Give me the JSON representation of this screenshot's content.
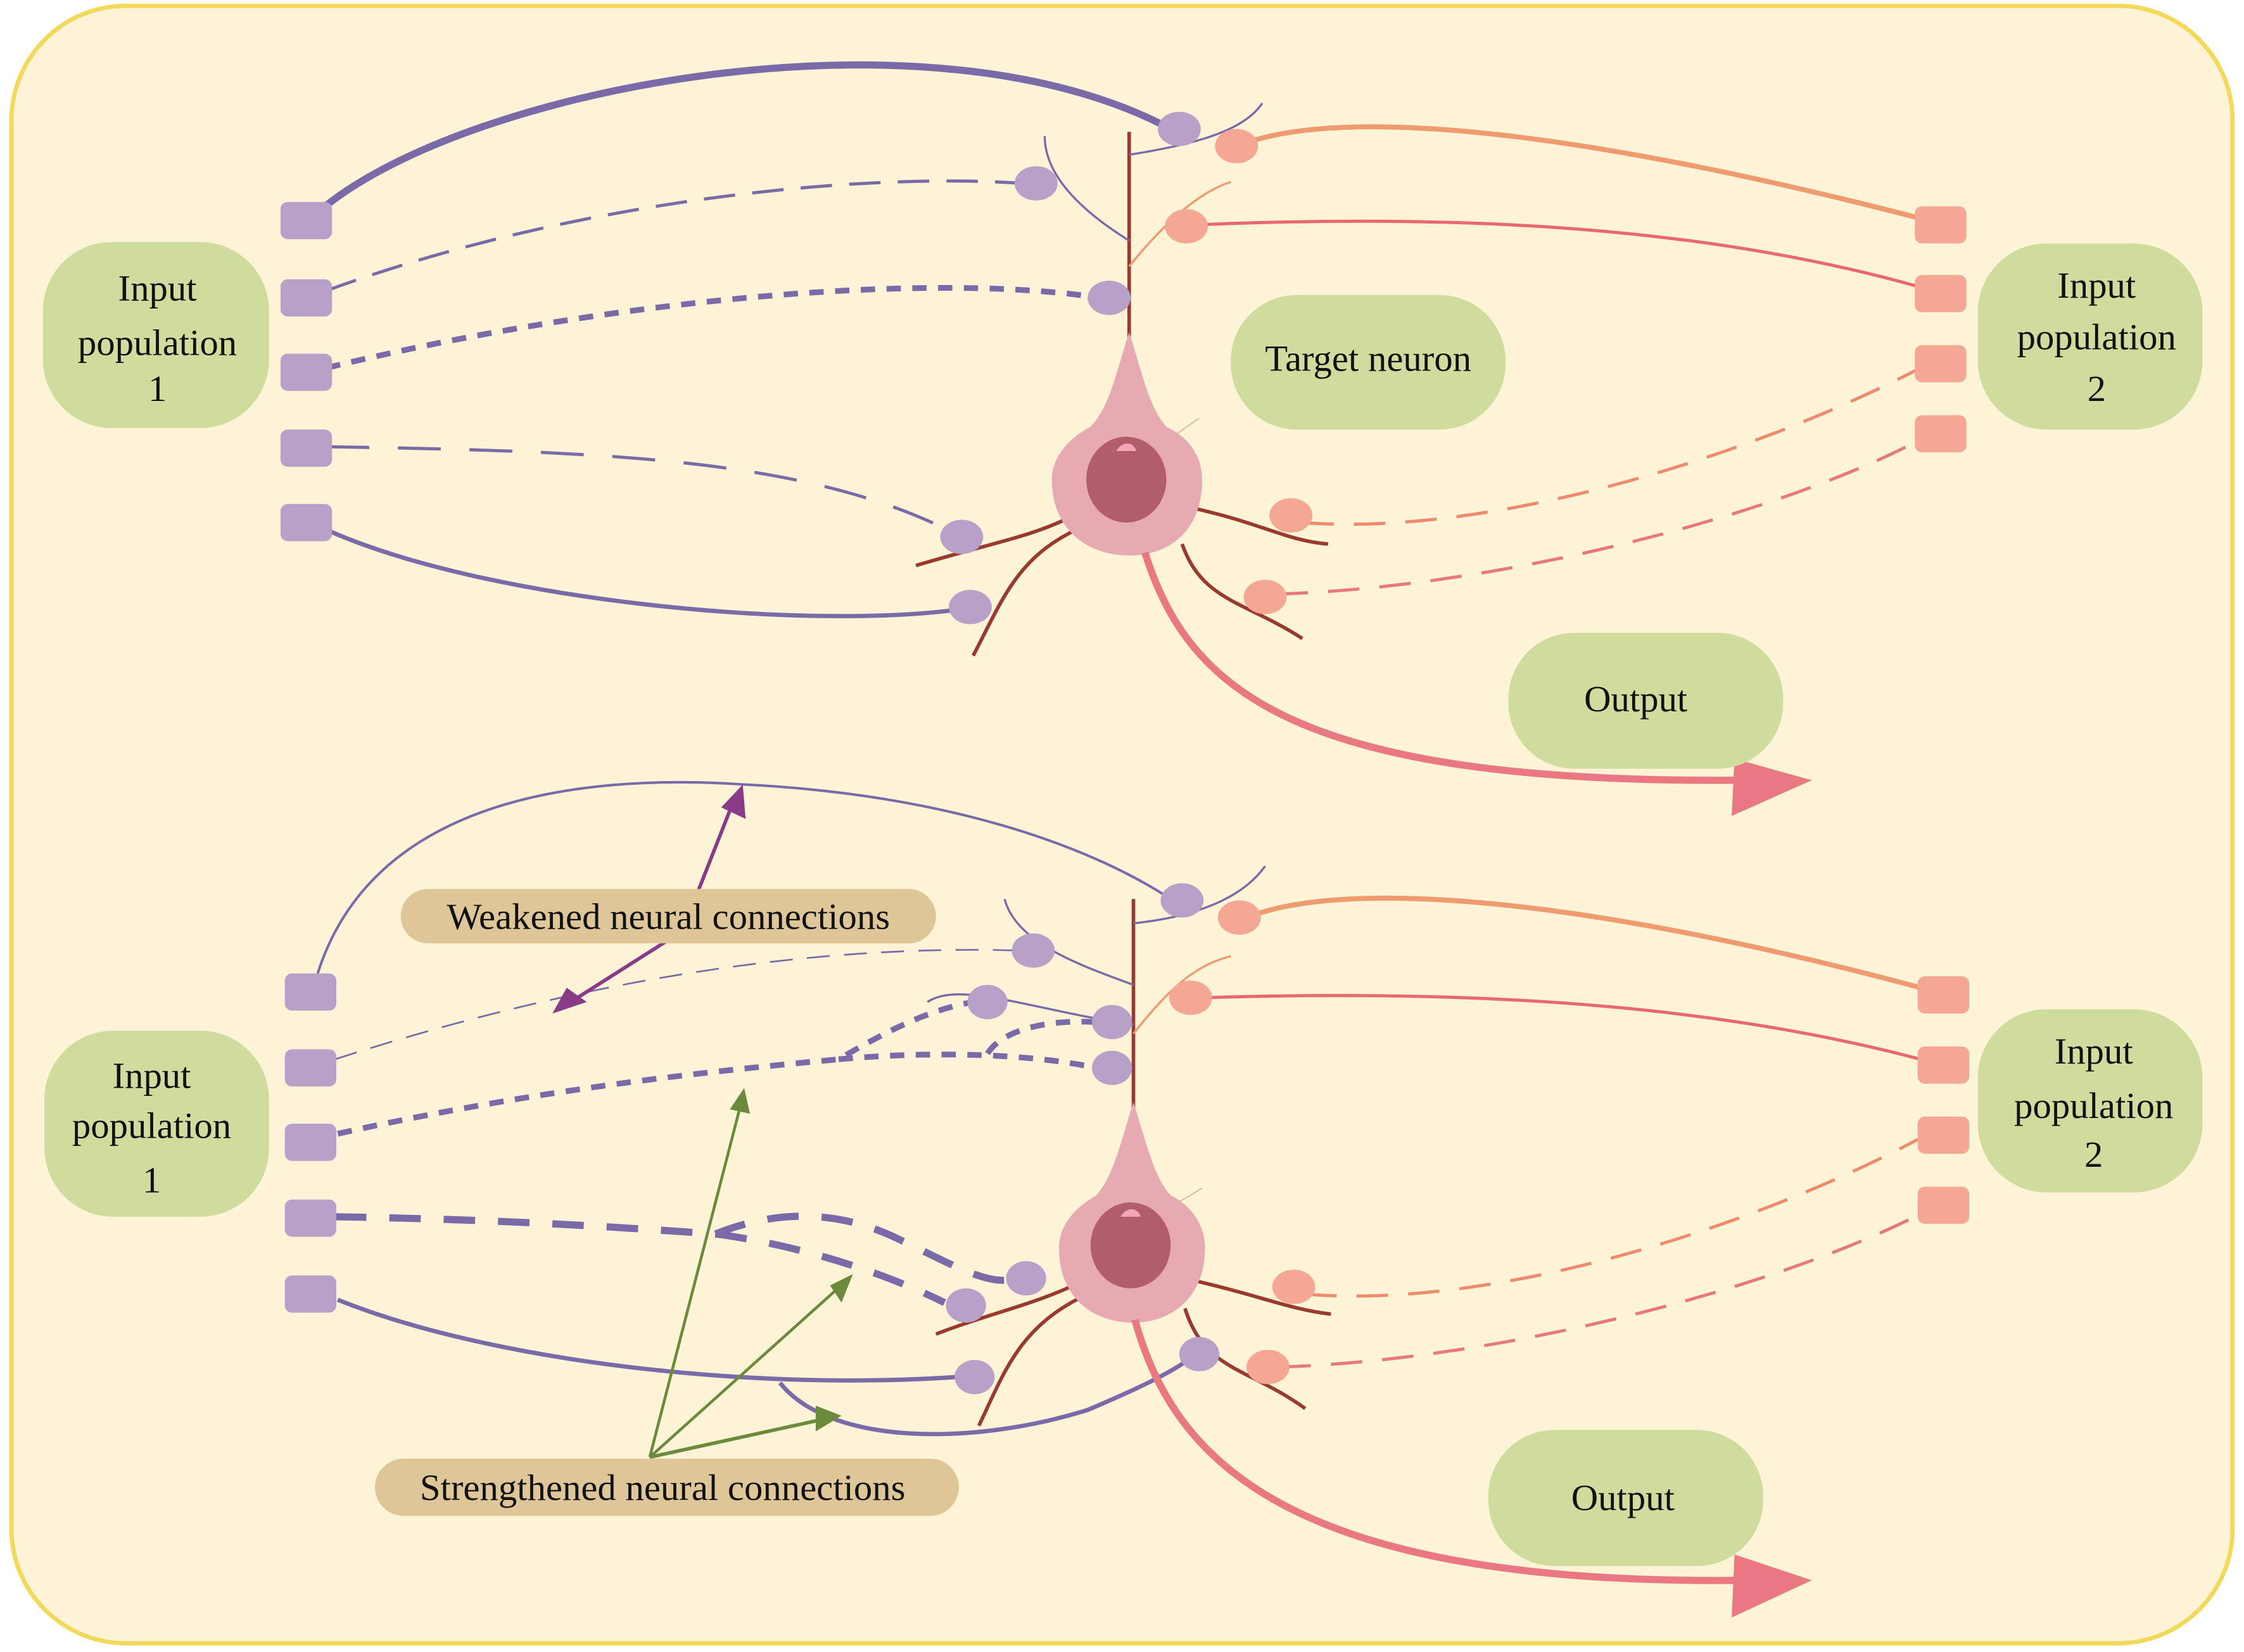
{
  "colors": {
    "background": "#fdf4d8",
    "border": "#f2d95a",
    "label_box": "#d0dc9d",
    "annotation_box": "#dfc699",
    "population1": "#b9a0c8",
    "population1_line": "#7b6aa8",
    "population2": "#f4a792",
    "population2_line_orange": "#ef9a6f",
    "population2_line_red": "#e9686e",
    "soma": "#e8aab2",
    "nucleus": "#b15e6a",
    "dendrite": "#9a3a2e",
    "output_arrow": "#ea7882",
    "weakened_arrow": "#8a3b87",
    "strengthened_arrow": "#6c8a3c"
  },
  "top_panel": {
    "input_population_1": [
      "Input",
      "population",
      "1"
    ],
    "input_population_2": [
      "Input",
      "population",
      "2"
    ],
    "target_neuron": "Target neuron",
    "output": "Output"
  },
  "bottom_panel": {
    "input_population_1": [
      "Input",
      "population",
      "1"
    ],
    "input_population_2": [
      "Input",
      "population",
      "2"
    ],
    "output": "Output",
    "weakened_label": "Weakened neural connections",
    "strengthened_label": "Strengthened neural connections"
  }
}
